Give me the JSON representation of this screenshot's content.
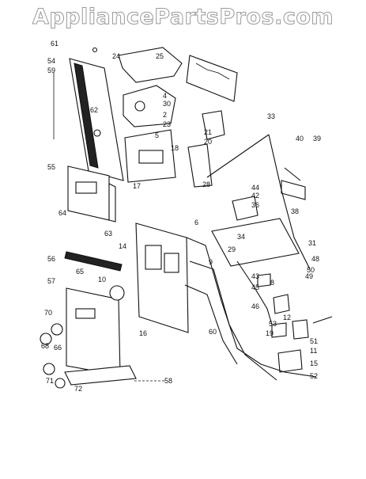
{
  "watermark": "AppliancePartsPros.com",
  "callouts": [
    "61",
    "24",
    "25",
    "54",
    "59",
    "62",
    "4",
    "30",
    "2",
    "23",
    "5",
    "33",
    "21",
    "20",
    "18",
    "40",
    "39",
    "55",
    "17",
    "28",
    "44",
    "42",
    "36",
    "64",
    "63",
    "6",
    "14",
    "38",
    "34",
    "31",
    "29",
    "56",
    "9",
    "48",
    "65",
    "10",
    "50",
    "57",
    "43",
    "8",
    "45",
    "46",
    "49",
    "70",
    "68",
    "66",
    "53",
    "12",
    "60",
    "19",
    "51",
    "16",
    "11",
    "15",
    "71",
    "72",
    "58",
    "52"
  ]
}
